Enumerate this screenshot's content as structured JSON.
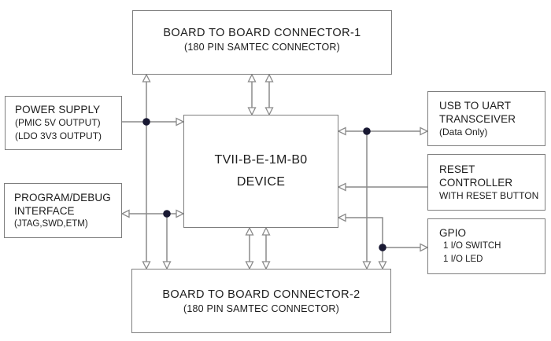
{
  "colors": {
    "background": "#ffffff",
    "box_border": "#7e7e7e",
    "wire": "#8a8a8a",
    "junction_dot": "#191933",
    "text": "#1c1c1c"
  },
  "blocks": {
    "connector1": {
      "title": "BOARD TO BOARD CONNECTOR-1",
      "subtitle": "(180 PIN SAMTEC CONNECTOR)"
    },
    "connector2": {
      "title": "BOARD TO BOARD CONNECTOR-2",
      "subtitle": "(180 PIN SAMTEC CONNECTOR)"
    },
    "device": {
      "line1": "TVII-B-E-1M-B0",
      "line2": "DEVICE"
    },
    "power_supply": {
      "title": "POWER SUPPLY",
      "line2": "(PMIC 5V OUTPUT)",
      "line3": "(LDO 3V3 OUTPUT)"
    },
    "program_debug": {
      "title": "PROGRAM/DEBUG",
      "line2": "INTERFACE",
      "line3": "(JTAG,SWD,ETM)"
    },
    "usb_uart": {
      "title": "USB TO UART",
      "line2": "TRANSCEIVER",
      "line3": "(Data Only)"
    },
    "reset_controller": {
      "title": "RESET",
      "line2": "CONTROLLER",
      "line3": "WITH RESET BUTTON"
    },
    "gpio": {
      "title": "GPIO",
      "line2": "1 I/O SWITCH",
      "line3": "1 I/O LED"
    }
  }
}
